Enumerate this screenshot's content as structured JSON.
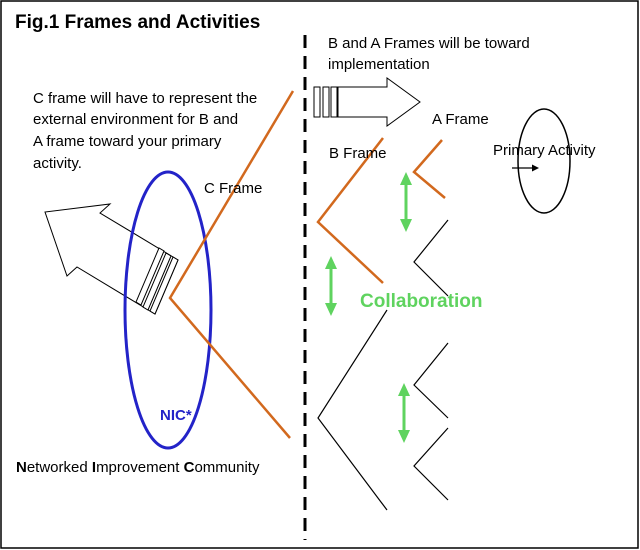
{
  "title": "Fig.1 Frames and Activities",
  "top_note": {
    "line1": "B and A Frames will be toward",
    "line2": "implementation"
  },
  "c_note": {
    "line1": "C frame will have to represent the",
    "line2": "external environment for B and",
    "line3": "A frame toward your primary",
    "line4": "activity."
  },
  "labels": {
    "c_frame": "C Frame",
    "b_frame": "B Frame",
    "a_frame": "A Frame",
    "primary_activity": "Primary Activity",
    "collaboration": "Collaboration",
    "nic": "NIC*"
  },
  "footnote": {
    "n": "N",
    "n_rest": "etworked ",
    "i": "I",
    "i_rest": "mprovement ",
    "c": "C",
    "c_rest": "ommunity"
  },
  "colors": {
    "frame_line": "#d2691e",
    "nic_ellipse": "#2323c8",
    "nic_text": "#2323c8",
    "collaboration": "#5fd35f",
    "arrow": "#5fd35f",
    "border": "#000000"
  }
}
